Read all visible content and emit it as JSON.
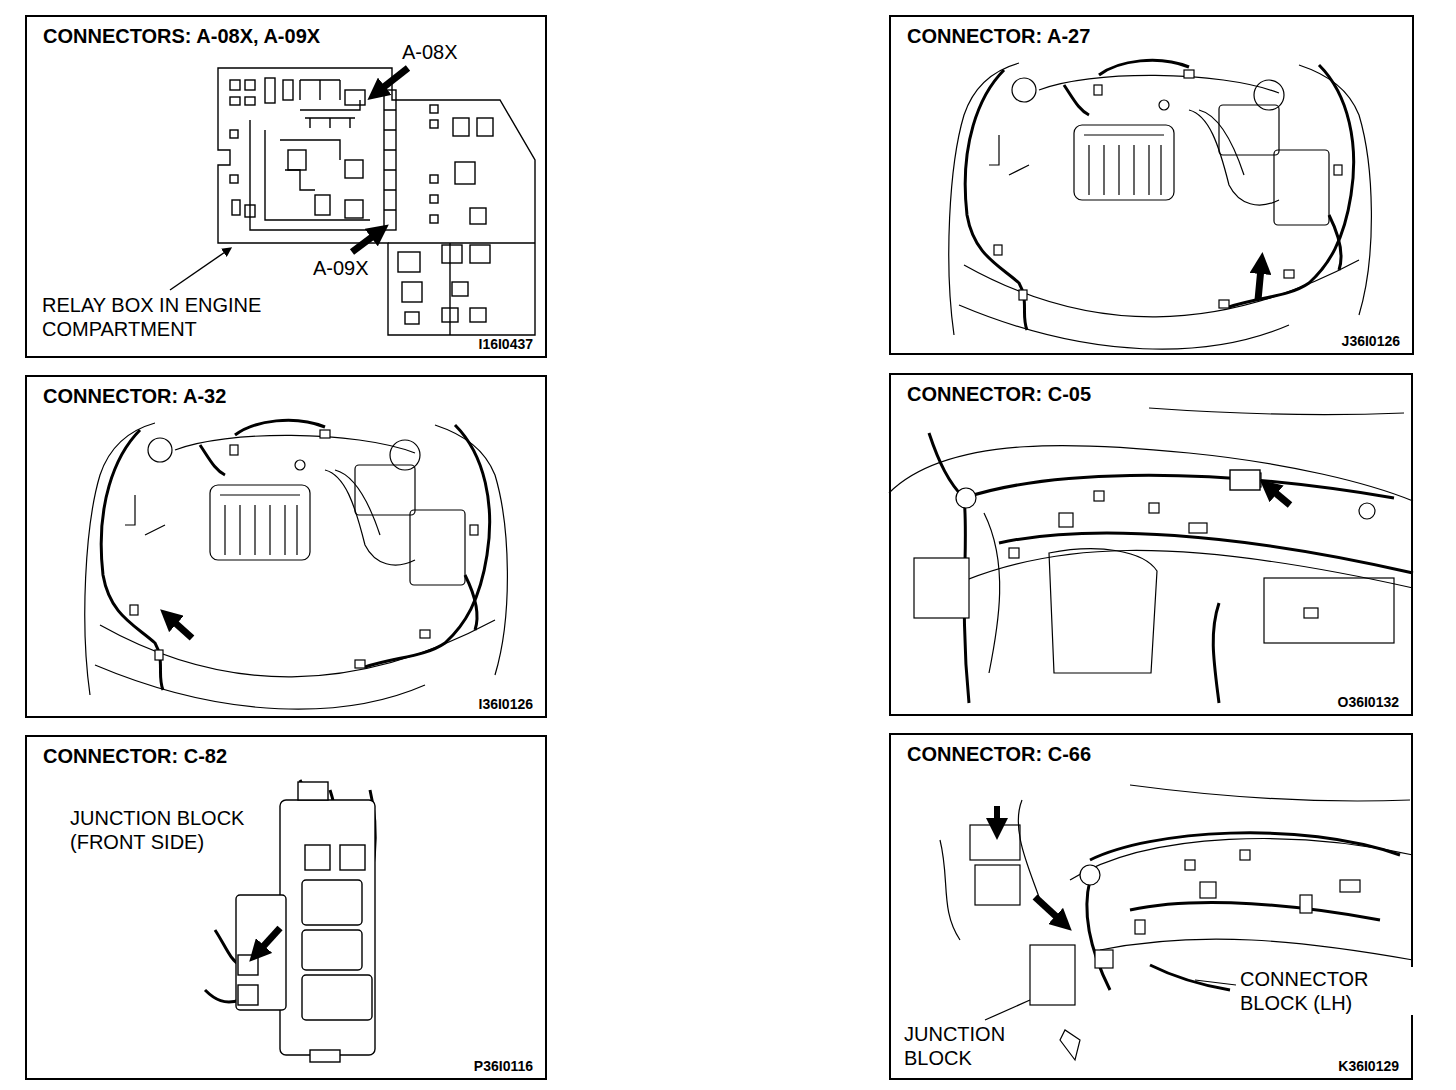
{
  "diagram": {
    "nodes": [
      {
        "text": [
          "CONNECTORS: A-08X, A-09X",
          "I16I0437"
        ]
      },
      {
        "text": [
          "CONNECTOR: A-27",
          "J36I0126"
        ]
      },
      {
        "text": [
          "CONNECTOR: A-32",
          "I36I0126"
        ]
      },
      {
        "text": [
          "CONNECTOR: C-05",
          "O36I0132"
        ]
      },
      {
        "text": [
          "CONNECTOR: C-82",
          "P36I0116"
        ]
      },
      {
        "text": [
          "CONNECTOR: C-66",
          "K36I0129"
        ]
      }
    ],
    "labels": [
      "A-08X",
      "A-09X",
      "RELAY BOX IN ENGINE COMPARTMENT",
      "JUNCTION BLOCK (FRONT SIDE)",
      "CONNECTOR BLOCK (LH)",
      "JUNCTION BLOCK"
    ]
  }
}
